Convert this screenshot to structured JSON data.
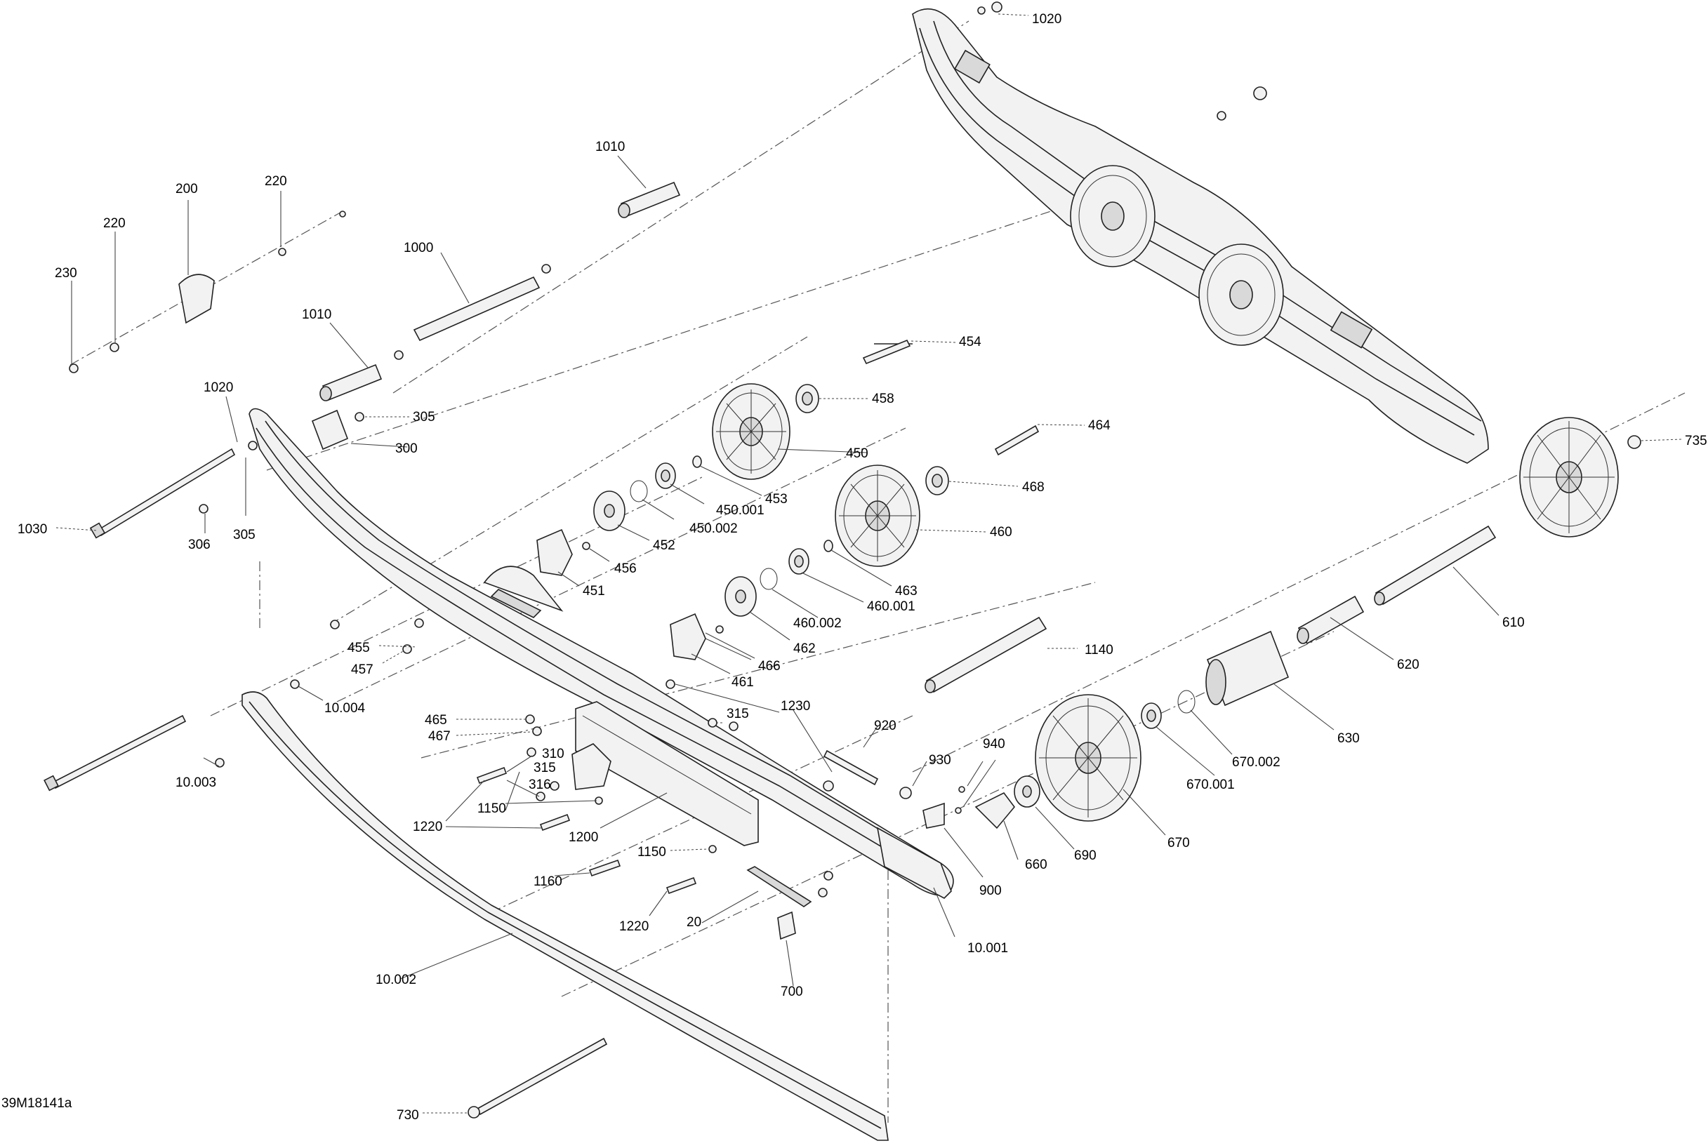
{
  "figure_id": "39M18141a",
  "labels": [
    {
      "text": "1020"
    },
    {
      "text": "1010"
    },
    {
      "text": "1000"
    },
    {
      "text": "1010"
    },
    {
      "text": "200"
    },
    {
      "text": "220"
    },
    {
      "text": "220"
    },
    {
      "text": "230"
    },
    {
      "text": "1020"
    },
    {
      "text": "305"
    },
    {
      "text": "300"
    },
    {
      "text": "1030"
    },
    {
      "text": "306"
    },
    {
      "text": "305"
    },
    {
      "text": "454"
    },
    {
      "text": "458"
    },
    {
      "text": "450"
    },
    {
      "text": "453"
    },
    {
      "text": "450.001"
    },
    {
      "text": "450.002"
    },
    {
      "text": "452"
    },
    {
      "text": "456"
    },
    {
      "text": "451"
    },
    {
      "text": "464"
    },
    {
      "text": "468"
    },
    {
      "text": "460"
    },
    {
      "text": "463"
    },
    {
      "text": "460.001"
    },
    {
      "text": "460.002"
    },
    {
      "text": "462"
    },
    {
      "text": "466"
    },
    {
      "text": "461"
    },
    {
      "text": "455"
    },
    {
      "text": "457"
    },
    {
      "text": "10.004"
    },
    {
      "text": "10.003"
    },
    {
      "text": "735"
    },
    {
      "text": "610"
    },
    {
      "text": "620"
    },
    {
      "text": "630"
    },
    {
      "text": "670.002"
    },
    {
      "text": "670.001"
    },
    {
      "text": "670"
    },
    {
      "text": "1140"
    },
    {
      "text": "1230"
    },
    {
      "text": "315"
    },
    {
      "text": "920"
    },
    {
      "text": "930"
    },
    {
      "text": "940"
    },
    {
      "text": "660"
    },
    {
      "text": "690"
    },
    {
      "text": "900"
    },
    {
      "text": "465"
    },
    {
      "text": "467"
    },
    {
      "text": "310"
    },
    {
      "text": "315"
    },
    {
      "text": "316"
    },
    {
      "text": "1150"
    },
    {
      "text": "1220"
    },
    {
      "text": "1200"
    },
    {
      "text": "1150"
    },
    {
      "text": "1160"
    },
    {
      "text": "1220"
    },
    {
      "text": "20"
    },
    {
      "text": "10.001"
    },
    {
      "text": "700"
    },
    {
      "text": "10.002"
    },
    {
      "text": "730"
    }
  ]
}
